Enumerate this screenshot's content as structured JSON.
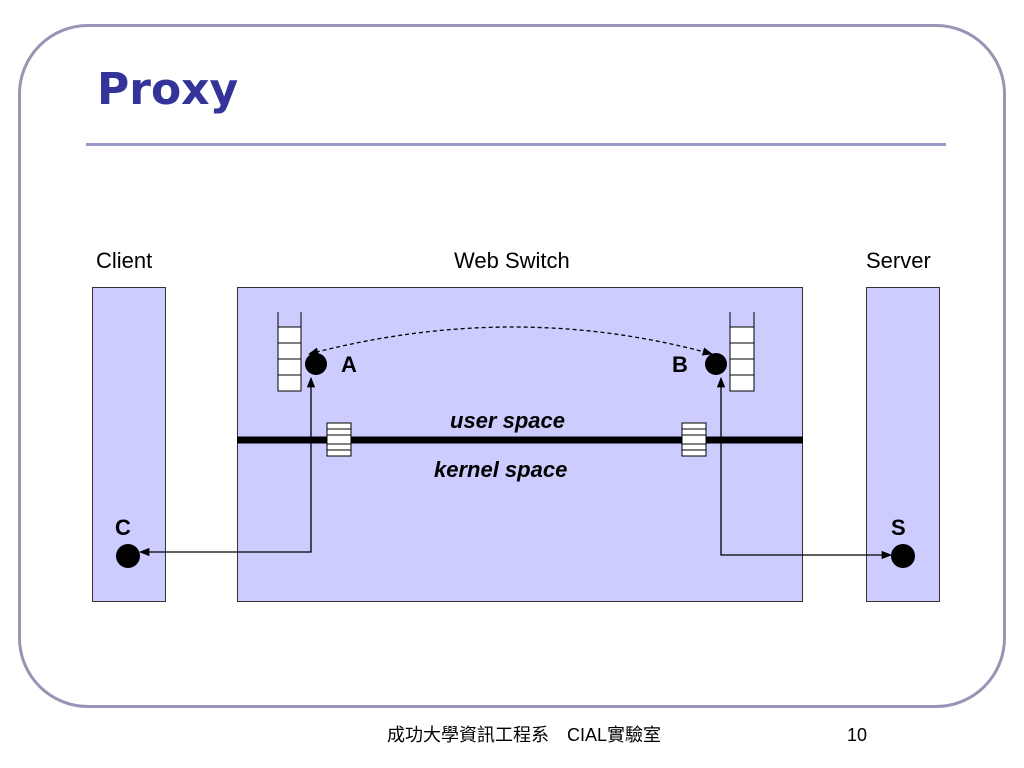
{
  "slide": {
    "title": "Proxy",
    "footer_text": "成功大學資訊工程系　CIAL實驗室",
    "page_number": "10"
  },
  "diagram": {
    "column_labels": {
      "client": "Client",
      "web_switch": "Web Switch",
      "server": "Server"
    },
    "nodes": {
      "a": "A",
      "b": "B",
      "c": "C",
      "s": "S"
    },
    "space_labels": {
      "user": "user space",
      "kernel": "kernel space"
    }
  },
  "colors": {
    "title": "#333399",
    "box_fill": "#ccccff",
    "frame_border": "#9696b4",
    "rule": "#9999cc"
  }
}
